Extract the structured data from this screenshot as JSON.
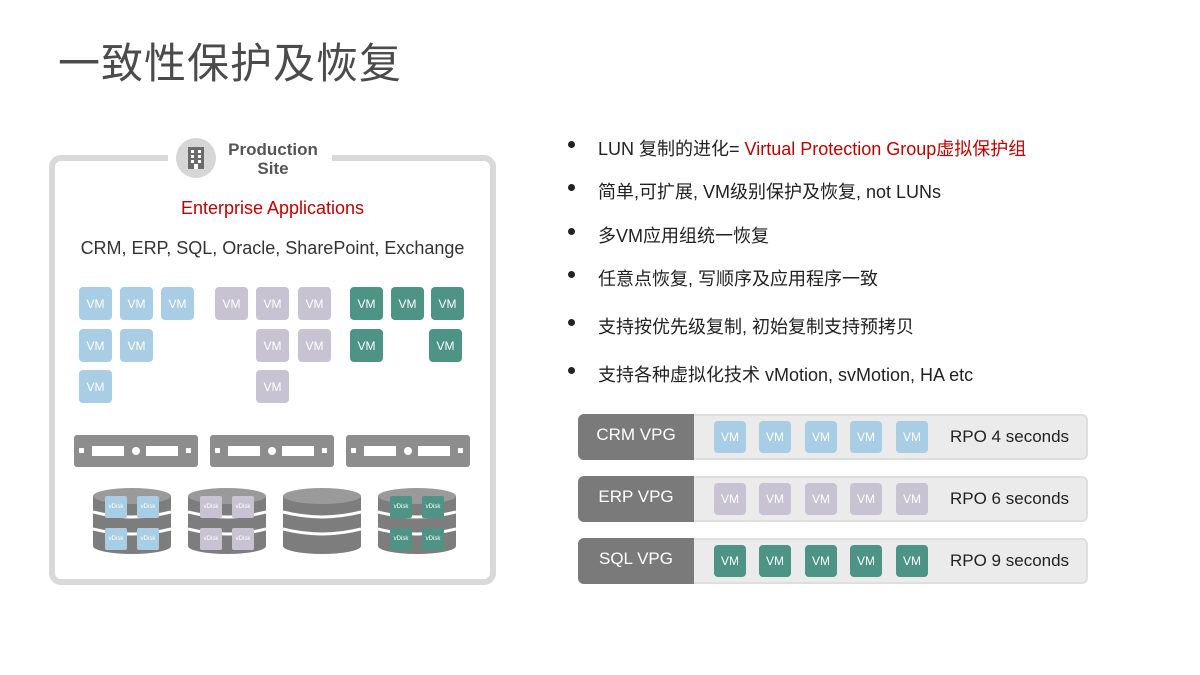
{
  "slide": {
    "title": "一致性保护及恢复"
  },
  "site": {
    "label_line1": "Production",
    "label_line2": "Site",
    "icon": "building-icon",
    "enterprise_title": "Enterprise Applications",
    "apps": "CRM, ERP, SQL, Oracle, SharePoint, Exchange",
    "vm_label": "VM",
    "vdisk_label": "vDisk"
  },
  "bullets": [
    {
      "prefix": "LUN 复制的进化= ",
      "highlight": "Virtual Protection Group虚拟保护组"
    },
    {
      "text": "简单,可扩展, VM级别保护及恢复, not LUNs"
    },
    {
      "text": "多VM应用组统一恢复"
    },
    {
      "text": "任意点恢复, 写顺序及应用程序一致"
    },
    {
      "text": "支持按优先级复制, 初始复制支持预拷贝"
    },
    {
      "text": "支持各种虚拟化技术 vMotion, svMotion, HA etc"
    }
  ],
  "vpgs": [
    {
      "name": "CRM VPG",
      "rpo": "RPO 4 seconds",
      "color": "#a9cde4",
      "vm_label": "VM"
    },
    {
      "name": "ERP VPG",
      "rpo": "RPO 6 seconds",
      "color": "#c8c3d3",
      "vm_label": "VM"
    },
    {
      "name": "SQL VPG",
      "rpo": "RPO 9 seconds",
      "color": "#4d9486",
      "vm_label": "VM"
    }
  ],
  "colors": {
    "accent_red": "#c00000",
    "crm_blue": "#a9cde4",
    "erp_gray": "#c8c3d3",
    "sql_green": "#4d9486"
  }
}
